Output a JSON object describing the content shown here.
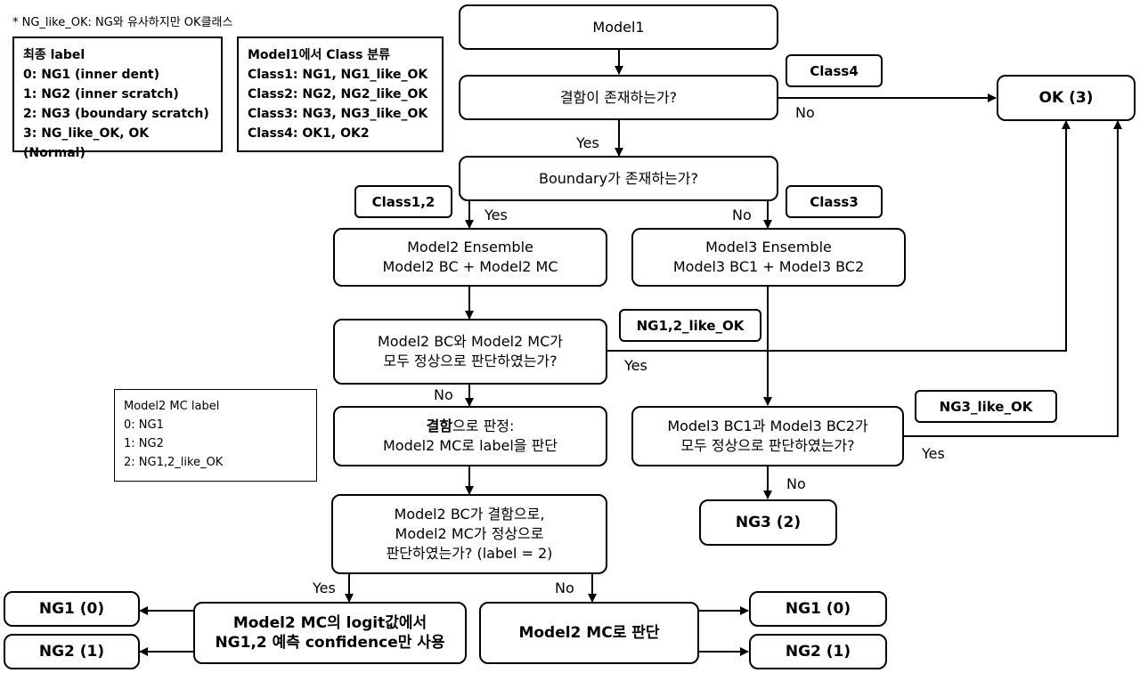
{
  "note": "* NG_like_OK: NG와 유사하지만 OK클래스",
  "final_label": {
    "title": "최종 label",
    "lines": [
      "0: NG1 (inner dent)",
      "1: NG2 (inner scratch)",
      "2: NG3 (boundary scratch)",
      "3: NG_like_OK, OK (Normal)"
    ]
  },
  "model1_classes": {
    "title": "Model1에서 Class 분류",
    "lines": [
      "Class1: NG1, NG1_like_OK",
      "Class2: NG2, NG2_like_OK",
      "Class3: NG3, NG3_like_OK",
      "Class4: OK1, OK2"
    ]
  },
  "mc_label": {
    "title": "Model2 MC label",
    "lines": [
      "0: NG1",
      "1: NG2",
      "2: NG1,2_like_OK"
    ]
  },
  "nodes": {
    "model1": "Model1",
    "defect_exists": "결함이 존재하는가?",
    "boundary_exists": "Boundary가 존재하는가?",
    "model2_ens": [
      "Model2 Ensemble",
      "Model2 BC + Model2 MC"
    ],
    "model3_ens": [
      "Model3 Ensemble",
      "Model3 BC1 + Model3 BC2"
    ],
    "m2_both_normal": [
      "Model2 BC와 Model2 MC가",
      "모두 정상으로 판단하였는가?"
    ],
    "judged_defect_bold": "결함",
    "judged_defect_rest": "으로 판정:",
    "judged_defect_line2": "Model2 MC로 label을 판단",
    "bc_defect_mc_normal": [
      "Model2 BC가 결함으로,",
      "Model2 MC가 정상으로",
      "판단하였는가? (label = 2)"
    ],
    "logit_only": [
      "Model2 MC의 logit값에서",
      "NG1,2 예측 confidence만 사용"
    ],
    "mc_decide": "Model2 MC로 판단",
    "m3_both_normal": [
      "Model3 BC1과 Model3 BC2가",
      "모두 정상으로 판단하였는가?"
    ],
    "ok3": "OK (3)",
    "ng3": "NG3 (2)",
    "ng1_left": "NG1 (0)",
    "ng2_left": "NG2 (1)",
    "ng1_right": "NG1 (0)",
    "ng2_right": "NG2 (1)"
  },
  "tags": {
    "class4": "Class4",
    "class12": "Class1,2",
    "class3": "Class3",
    "ng12_like_ok": "NG1,2_like_OK",
    "ng3_like_ok": "NG3_like_OK"
  },
  "edge_labels": {
    "no_defect": "No",
    "yes_defect": "Yes",
    "yes_boundary": "Yes",
    "no_boundary": "No",
    "yes_m2_normal": "Yes",
    "no_m2_normal": "No",
    "yes_m3_normal": "Yes",
    "no_m3_normal": "No",
    "yes_bc_defect": "Yes",
    "no_bc_defect": "No"
  }
}
